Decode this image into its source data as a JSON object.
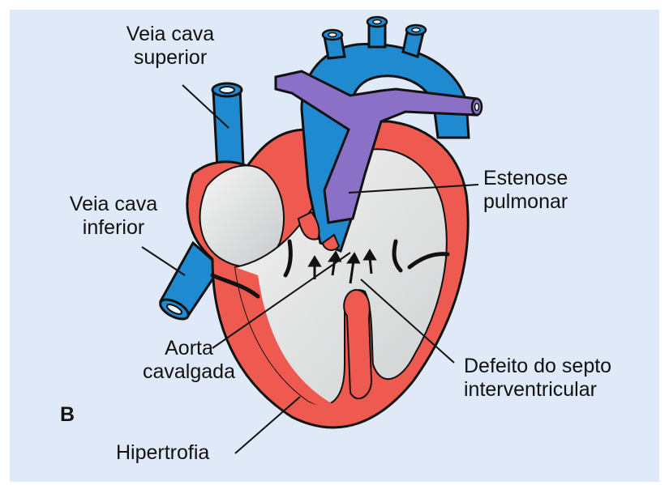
{
  "panel_letter": "B",
  "labels": {
    "veia_cava_superior": [
      "Veia cava",
      "superior"
    ],
    "veia_cava_inferior": [
      "Veia cava",
      "inferior"
    ],
    "estenose_pulmonar": [
      "Estenose",
      "pulmonar"
    ],
    "aorta_cavalgada": [
      "Aorta",
      "cavalgada"
    ],
    "defeito_septo": [
      "Defeito do septo",
      "interventricular"
    ],
    "hipertrofia": "Hipertrofia"
  },
  "colors": {
    "background": "#dfe9f7",
    "myocardium": "#ef5a50",
    "chamber": "#e9eaea",
    "venous_blue": "#1f8ad0",
    "pulmonary_purple": "#8b70c8",
    "outline": "#111111"
  }
}
